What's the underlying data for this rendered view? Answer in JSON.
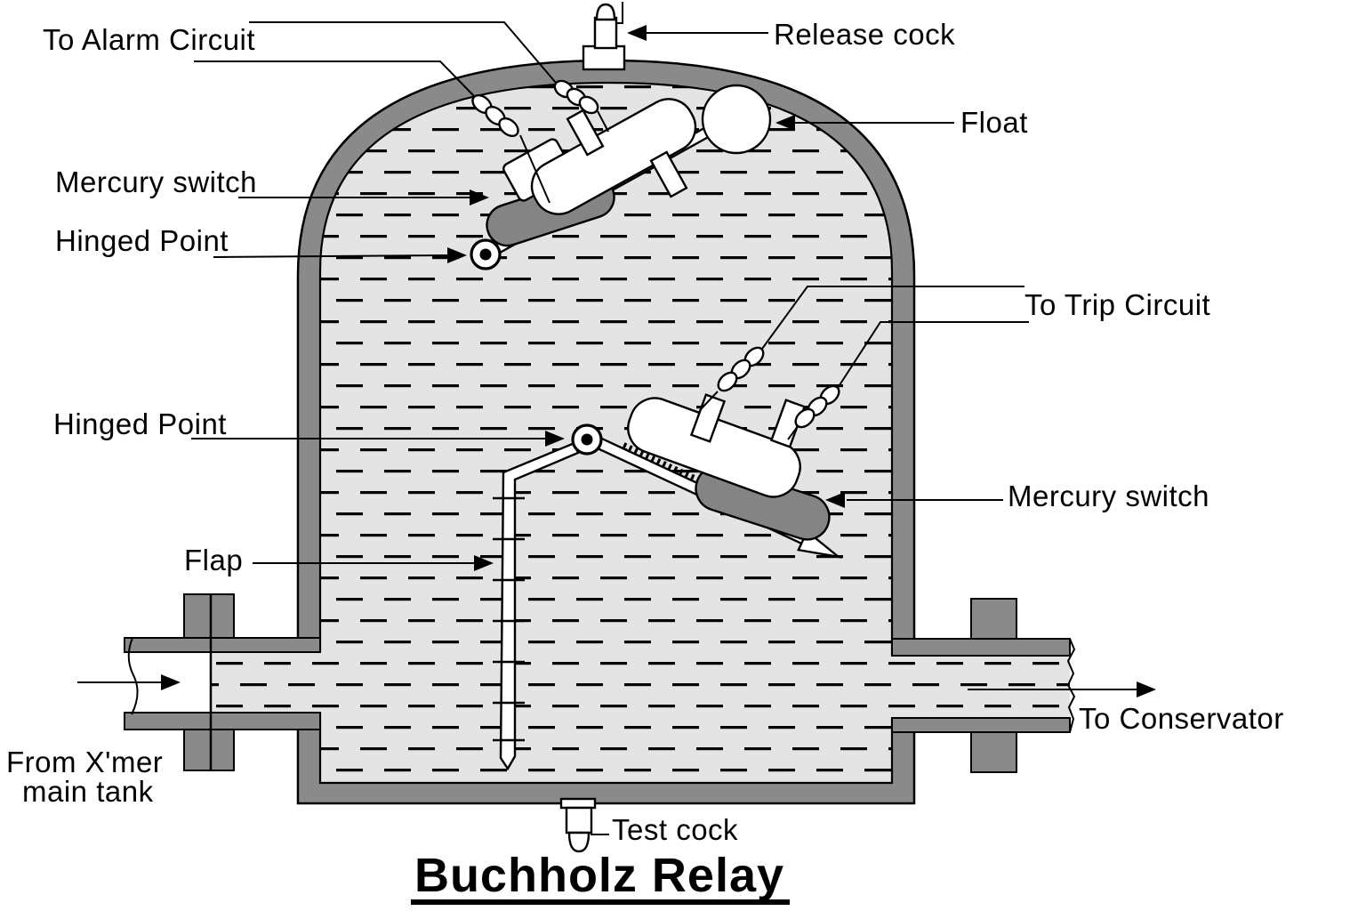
{
  "diagram": {
    "title": "Buchholz Relay",
    "labels": {
      "to_alarm_circuit": "To Alarm Circuit",
      "release_cock": "Release cock",
      "float": "Float",
      "mercury_switch_top": "Mercury switch",
      "hinged_point_top": "Hinged Point",
      "to_trip_circuit": "To Trip Circuit",
      "hinged_point_bottom": "Hinged Point",
      "mercury_switch_bottom": "Mercury switch",
      "flap": "Flap",
      "from_xmer_line1": "From X'mer",
      "from_xmer_line2": "main tank",
      "to_conservator": "To Conservator",
      "test_cock": "Test cock"
    },
    "colors": {
      "wall": "#8a8a8a",
      "oil": "#e4e4e4",
      "mercury": "#848484",
      "ink": "#000000",
      "background": "#ffffff"
    }
  }
}
